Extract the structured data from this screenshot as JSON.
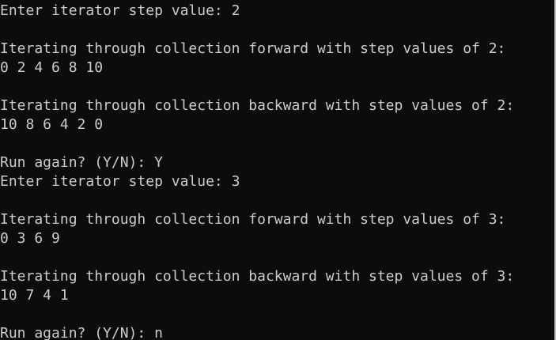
{
  "console": {
    "background": "#0c0c0c",
    "foreground": "#cccccc",
    "lines": [
      "Enter iterator step value: 2",
      "Iterating through collection forward with step values of 2:",
      "0 2 4 6 8 10",
      "Iterating through collection backward with step values of 2:",
      "10 8 6 4 2 0",
      "Run again? (Y/N): Y",
      "Enter iterator step value: 3",
      "Iterating through collection forward with step values of 3:",
      "0 3 6 9",
      "Iterating through collection backward with step values of 3:",
      "10 7 4 1",
      "Run again? (Y/N): n"
    ]
  }
}
